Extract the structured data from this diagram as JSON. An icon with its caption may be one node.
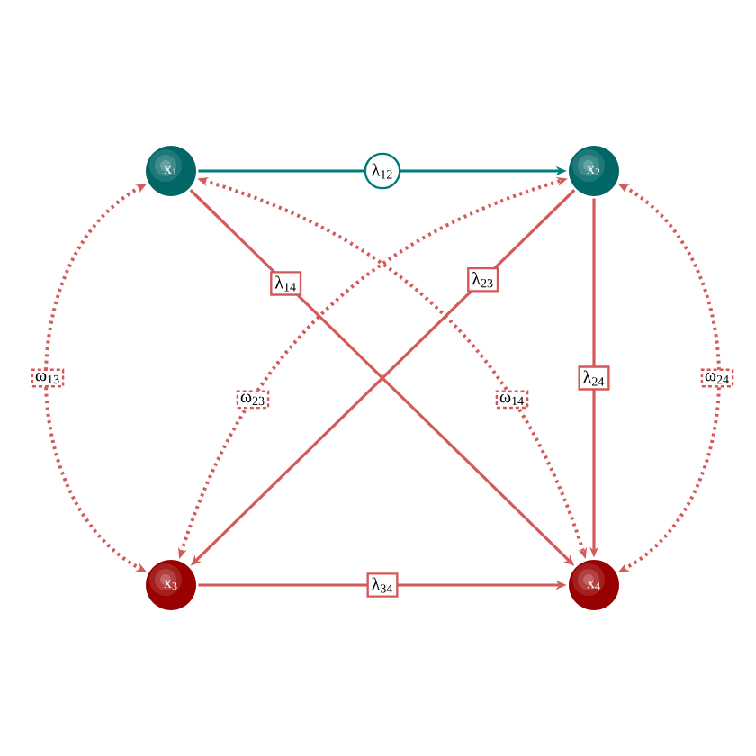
{
  "diagram": {
    "nodes": [
      {
        "text": [
          "x$_{1}$"
        ]
      },
      {
        "text": [
          "x$_{2}$"
        ]
      },
      {
        "text": [
          "x$_{3}$"
        ]
      },
      {
        "text": [
          "x$_{4}$"
        ]
      }
    ],
    "edges": [
      {
        "from": 0,
        "to": 1,
        "arrow": "to",
        "label": "λ$_{12}$",
        "color": "#007b7b"
      },
      {
        "from": 0,
        "to": 3,
        "arrow": "to",
        "label": "λ$_{14}$"
      },
      {
        "from": 1,
        "to": 2,
        "arrow": "to",
        "label": "λ$_{23}$"
      },
      {
        "from": 1,
        "to": 3,
        "arrow": "to",
        "label": "λ$_{24}$"
      },
      {
        "from": 2,
        "to": 3,
        "arrow": "to",
        "label": "λ$_{34}$"
      },
      {
        "from": 0,
        "to": 2,
        "arrow": "both",
        "label": "ω$_{13}$",
        "style": "dashed"
      },
      {
        "from": 2,
        "to": 1,
        "arrow": "both",
        "label": "ω$_{23}$",
        "style": "dashed"
      },
      {
        "from": 0,
        "to": 3,
        "arrow": "both",
        "label": "ω$_{14}$",
        "style": "dashed"
      },
      {
        "from": 1,
        "to": 3,
        "arrow": "both",
        "label": "ω$_{24}$",
        "style": "dashed"
      }
    ]
  }
}
